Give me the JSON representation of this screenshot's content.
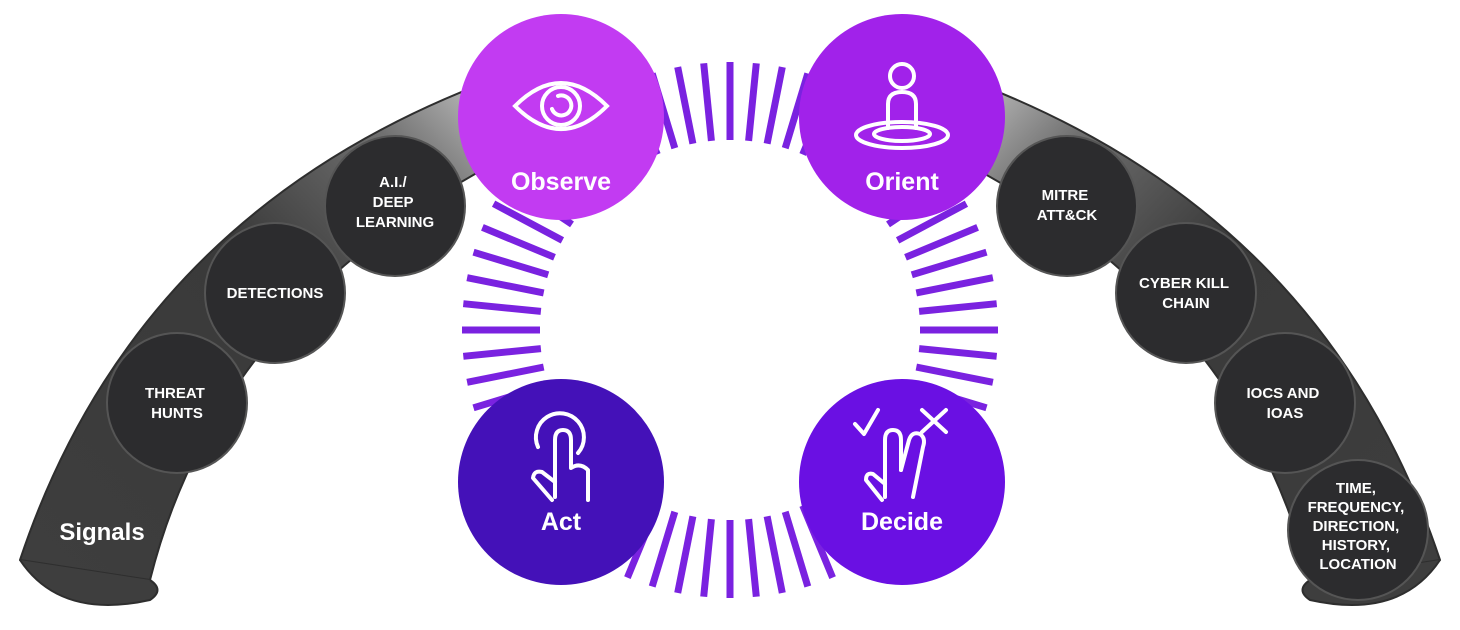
{
  "arcs": {
    "left_label": "Signals"
  },
  "signals": [
    {
      "lines": [
        "A.I./",
        "DEEP",
        "LEARNING"
      ]
    },
    {
      "lines": [
        "DETECTIONS"
      ]
    },
    {
      "lines": [
        "THREAT",
        "HUNTS"
      ]
    }
  ],
  "frameworks": [
    {
      "lines": [
        "MITRE",
        "ATT&CK"
      ]
    },
    {
      "lines": [
        "CYBER KILL",
        "CHAIN"
      ]
    },
    {
      "lines": [
        "IOCS AND",
        "IOAS"
      ]
    },
    {
      "lines": [
        "TIME,",
        "FREQUENCY,",
        "DIRECTION,",
        "HISTORY,",
        "LOCATION"
      ]
    }
  ],
  "ooda": {
    "observe": {
      "label": "Observe",
      "icon": "eye-icon",
      "color": "#C23BF2"
    },
    "orient": {
      "label": "Orient",
      "icon": "person-target-icon",
      "color": "#A122EA"
    },
    "act": {
      "label": "Act",
      "icon": "tap-hand-icon",
      "color": "#4411B8"
    },
    "decide": {
      "label": "Decide",
      "icon": "check-cross-hand-icon",
      "color": "#6A10E3"
    }
  },
  "colors": {
    "arc_dark": "#3c3c3c",
    "signal_circle": "#2c2c2e",
    "tick_purple": "#7A22E0"
  }
}
